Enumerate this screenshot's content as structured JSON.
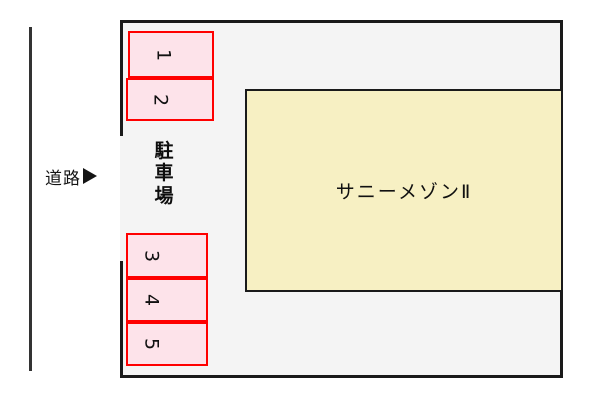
{
  "plan": {
    "road": {
      "label": "道路",
      "arrow_icon": "right-triangle-arrow",
      "line_color": "#333333"
    },
    "lot": {
      "background_color": "#f4f4f4",
      "border_color": "#1a1a1a"
    },
    "parking": {
      "caption_chars": [
        "駐",
        "車",
        "場"
      ],
      "stall_fill_color": "#fde3ea",
      "stall_border_color": "#ff0000",
      "stalls": [
        {
          "number": "1"
        },
        {
          "number": "2"
        },
        {
          "number": "3"
        },
        {
          "number": "4"
        },
        {
          "number": "5"
        }
      ]
    },
    "building": {
      "name": "サニーメゾンⅡ",
      "fill_color": "#f7f0c3",
      "border_color": "#1a1a1a"
    }
  }
}
